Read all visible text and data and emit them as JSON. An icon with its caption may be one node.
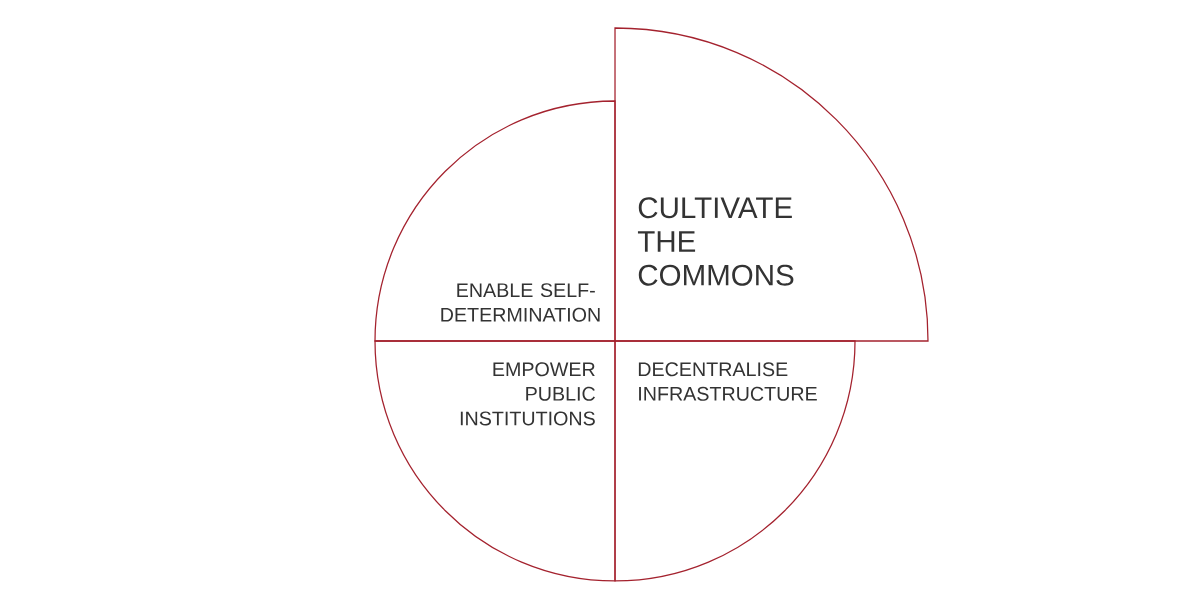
{
  "diagram": {
    "nodes": [
      {
        "text": [
          "CULTIVATE THE COMMONS"
        ]
      },
      {
        "text": [
          "ENABLE SELF-DETERMINATION"
        ]
      },
      {
        "text": [
          "EMPOWER PUBLIC INSTITUTIONS"
        ]
      },
      {
        "text": [
          "DECENTRALISE INFRASTRUCTURE"
        ]
      }
    ]
  }
}
